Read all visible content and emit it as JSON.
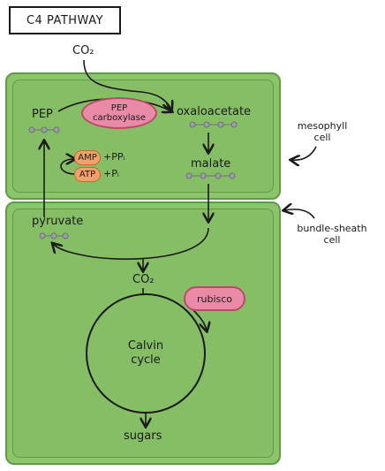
{
  "title": "C4 PATHWAY",
  "labels": {
    "co2_top": "CO₂",
    "pep": "PEP",
    "pep_carboxylase": "PEP carboxylase",
    "oxaloacetate": "oxaloacetate",
    "malate": "malate",
    "amp": "AMP",
    "ppi": "+PPᵢ",
    "atp": "ATP",
    "pi": "+Pᵢ",
    "pyruvate": "pyruvate",
    "co2_mid": "CO₂",
    "rubisco": "rubisco",
    "calvin_cycle": "Calvin cycle",
    "sugars": "sugars",
    "mesophyll_cell": "mesophyll cell",
    "bundle_sheath_cell": "bundle-sheath cell"
  },
  "colors": {
    "cell_fill": "#8cc46c",
    "cell_border": "#5e9c45",
    "enzyme_fill": "#e98aa6",
    "energy_fill": "#f4a06a"
  }
}
